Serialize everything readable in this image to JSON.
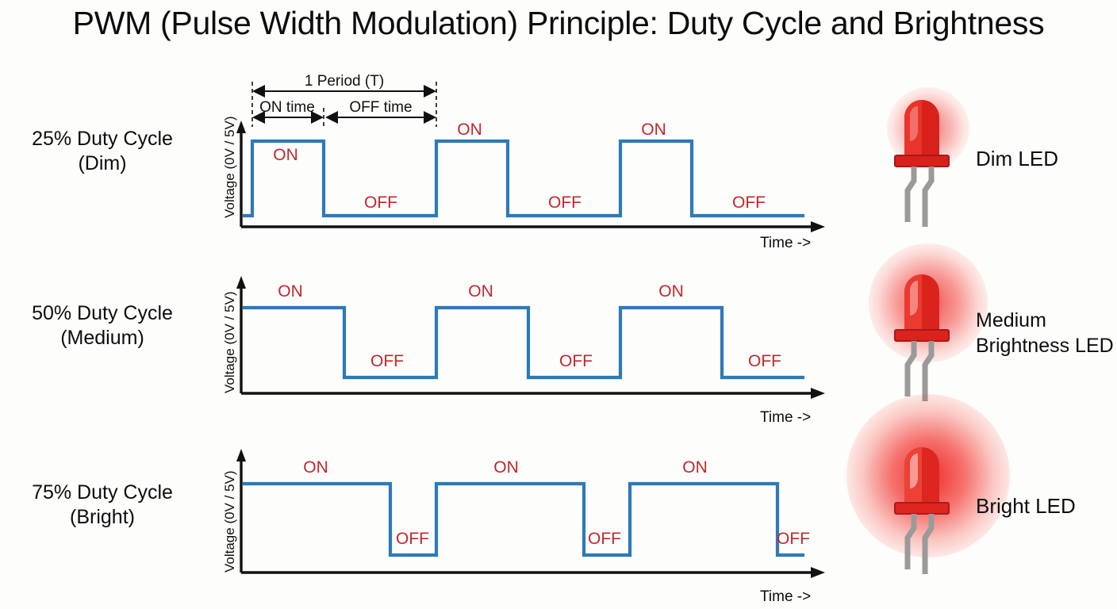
{
  "title": "PWM (Pulse Width Modulation) Principle: Duty Cycle and Brightness",
  "colors": {
    "background": "#fdfdfb",
    "waveform_blue": "#2d7ab8",
    "label_red": "#c0272d",
    "axis_black": "#111111",
    "led_red": "#e02b22"
  },
  "annotations": {
    "period": "1 Period (T)",
    "on_time": "ON time",
    "off_time": "OFF time",
    "on": "ON",
    "off": "OFF",
    "time_axis": "Time ->",
    "y_axis": "Voltage (0V / 5V)"
  },
  "rows": [
    {
      "duty_label_line1": "25% Duty Cycle",
      "duty_label_line2": "(Dim)",
      "duty_percent": 25,
      "on_labels": [
        "ON",
        "ON",
        "ON"
      ],
      "off_labels": [
        "OFF",
        "OFF",
        "OFF"
      ],
      "y_axis": "Voltage (0V / 5V)",
      "time_axis": "Time ->",
      "has_period_annotation": true
    },
    {
      "duty_label_line1": "50% Duty Cycle",
      "duty_label_line2": "(Medium)",
      "duty_percent": 50,
      "on_labels": [
        "ON",
        "ON",
        "ON"
      ],
      "off_labels": [
        "OFF",
        "OFF",
        "OFF"
      ],
      "y_axis": "Voltage (0V / 5V)",
      "time_axis": "Time ->",
      "has_period_annotation": false
    },
    {
      "duty_label_line1": "75% Duty Cycle",
      "duty_label_line2": "(Bright)",
      "duty_percent": 75,
      "on_labels": [
        "ON",
        "ON",
        "ON"
      ],
      "off_labels": [
        "OFF",
        "OFF",
        "OFF"
      ],
      "y_axis": "Voltage (0V / 5V)",
      "time_axis": "Time ->",
      "has_period_annotation": false
    }
  ],
  "leds": [
    {
      "label": "Dim LED",
      "brightness": "dim",
      "icon": "led-icon"
    },
    {
      "label_line1": "Medium",
      "label_line2": "Brightness LED",
      "brightness": "medium",
      "icon": "led-icon"
    },
    {
      "label": "Bright LED",
      "brightness": "bright",
      "icon": "led-icon"
    }
  ],
  "chart_data": {
    "type": "line",
    "title": "PWM (Pulse Width Modulation) Principle: Duty Cycle and Brightness",
    "xlabel": "Time ->",
    "ylabel": "Voltage (0V / 5V)",
    "ylim": [
      0,
      5
    ],
    "grid": false,
    "legend": "none",
    "period_units": 1.0,
    "cycles_shown": 3,
    "series": [
      {
        "name": "25% Duty Cycle (Dim)",
        "duty_cycle": 0.25,
        "high_value": 5,
        "low_value": 0,
        "x": [
          0,
          0.0,
          0.25,
          0.25,
          1.0,
          1.0,
          1.25,
          1.25,
          2.0,
          2.0,
          2.25,
          2.25,
          3.0
        ],
        "values": [
          0,
          5,
          5,
          0,
          0,
          5,
          5,
          0,
          0,
          5,
          5,
          0,
          0
        ]
      },
      {
        "name": "50% Duty Cycle (Medium)",
        "duty_cycle": 0.5,
        "high_value": 5,
        "low_value": 0,
        "x": [
          0,
          0.5,
          0.5,
          1.0,
          1.0,
          1.5,
          1.5,
          2.0,
          2.0,
          2.5,
          2.5,
          3.0
        ],
        "values": [
          5,
          5,
          0,
          0,
          5,
          5,
          0,
          0,
          5,
          5,
          0,
          0
        ]
      },
      {
        "name": "75% Duty Cycle (Bright)",
        "duty_cycle": 0.75,
        "high_value": 5,
        "low_value": 0,
        "x": [
          0,
          0.75,
          0.75,
          1.0,
          1.0,
          1.75,
          1.75,
          2.0,
          2.0,
          2.75,
          2.75,
          3.0
        ],
        "values": [
          5,
          5,
          0,
          0,
          5,
          5,
          0,
          0,
          5,
          5,
          0,
          0
        ]
      }
    ],
    "annotations": [
      "1 Period (T)",
      "ON time",
      "OFF time",
      "ON",
      "OFF"
    ]
  }
}
